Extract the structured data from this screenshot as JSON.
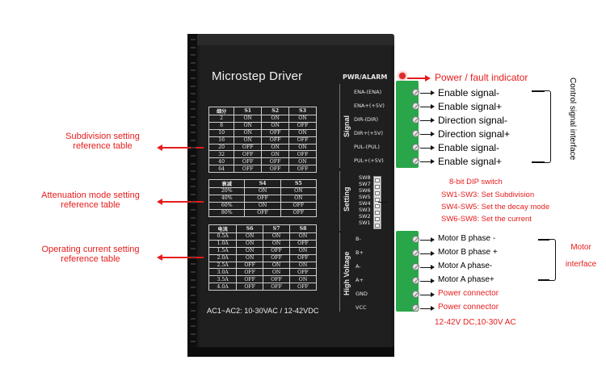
{
  "product": {
    "title": "Microstep Driver",
    "power_rating": "AC1~AC2: 10-30VAC / 12-42VDC",
    "pwr_alarm_label": "PWR/ALARM",
    "signal_label": "Signal",
    "setting_label": "Setting",
    "high_voltage_label": "High Voltage",
    "signal_pins": [
      "ENA-(ENA)",
      "ENA+(+5V)",
      "DIR-(DIR)",
      "DIR+(+5V)",
      "PUL-(PUL)",
      "PUL+(+5V)"
    ],
    "dip_switches": [
      "SW8",
      "SW7",
      "SW6",
      "SW5",
      "SW4",
      "SW3",
      "SW2",
      "SW1"
    ],
    "power_pins": [
      "B-",
      "B+",
      "A-",
      "A+",
      "GND",
      "VCC"
    ]
  },
  "subdivision_table": {
    "headers": [
      "细分",
      "S1",
      "S2",
      "S3"
    ],
    "rows": [
      [
        "2",
        "ON",
        "ON",
        "ON"
      ],
      [
        "8",
        "ON",
        "ON",
        "OFF"
      ],
      [
        "10",
        "ON",
        "OFF",
        "ON"
      ],
      [
        "16",
        "ON",
        "OFF",
        "OFF"
      ],
      [
        "20",
        "OFF",
        "ON",
        "ON"
      ],
      [
        "32",
        "OFF",
        "ON",
        "OFF"
      ],
      [
        "40",
        "OFF",
        "OFF",
        "ON"
      ],
      [
        "64",
        "OFF",
        "OFF",
        "OFF"
      ]
    ]
  },
  "attenuation_table": {
    "headers": [
      "衰减",
      "S4",
      "S5"
    ],
    "rows": [
      [
        "20%",
        "ON",
        "ON"
      ],
      [
        "40%",
        "OFF",
        "ON"
      ],
      [
        "60%",
        "ON",
        "OFF"
      ],
      [
        "80%",
        "OFF",
        "OFF"
      ]
    ]
  },
  "current_table": {
    "headers": [
      "电流",
      "S6",
      "S7",
      "S8"
    ],
    "rows": [
      [
        "0.5A",
        "ON",
        "ON",
        "ON"
      ],
      [
        "1.0A",
        "ON",
        "ON",
        "OFF"
      ],
      [
        "1.5A",
        "ON",
        "OFF",
        "ON"
      ],
      [
        "2.0A",
        "ON",
        "OFF",
        "OFF"
      ],
      [
        "2.5A",
        "OFF",
        "ON",
        "ON"
      ],
      [
        "3.0A",
        "OFF",
        "ON",
        "OFF"
      ],
      [
        "3.5A",
        "OFF",
        "OFF",
        "ON"
      ],
      [
        "4.0A",
        "OFF",
        "OFF",
        "OFF"
      ]
    ]
  },
  "annotations": {
    "subdivision_line1": "Subdivision setting",
    "subdivision_line2": "reference table",
    "attenuation_line1": "Attenuation mode setting",
    "attenuation_line2": "reference table",
    "current_line1": "Operating current setting",
    "current_line2": "reference table",
    "power_indicator": "Power / fault indicator",
    "control_interface": "Control signal interface",
    "signal_labels": [
      "Enable signal-",
      "Enable signal+",
      "Direction signal-",
      "Direction signal+",
      "Enable signal-",
      "Enable signal+"
    ],
    "dip_title": "8-bit DIP switch",
    "dip_sw13": "SW1-SW3: Set  Subdivision",
    "dip_sw45": "SW4-SW5: Set the decay mode",
    "dip_sw68": "SW6-SW8: Set the current",
    "motor_labels": [
      "Motor B phase -",
      "Motor B phase +",
      "Motor A phase-",
      "Motor A phase+"
    ],
    "motor_interface_line1": "Motor",
    "motor_interface_line2": "interface",
    "power_connector_1": "Power connector",
    "power_connector_2": "Power connector",
    "voltage_note": "12-42V DC,10-30V AC"
  }
}
